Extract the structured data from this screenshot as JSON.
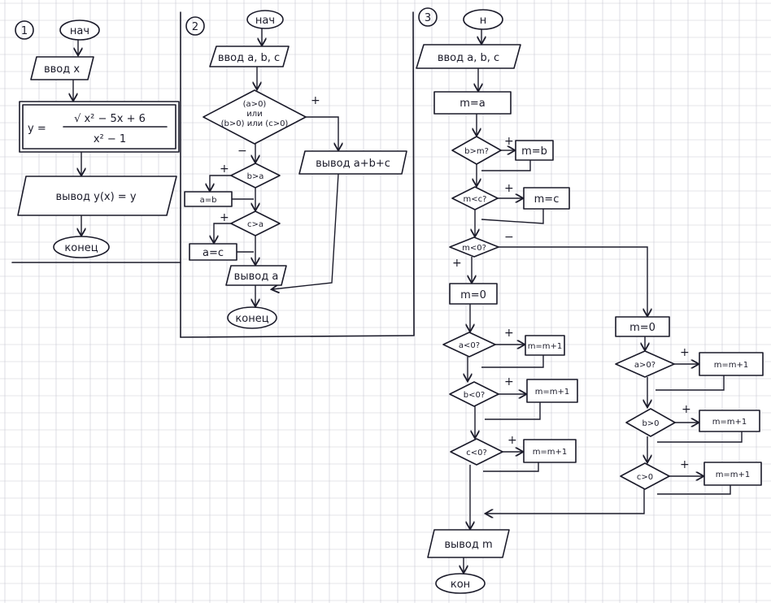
{
  "section_numbers": {
    "one": "1",
    "two": "2",
    "three": "3"
  },
  "flow1": {
    "start": "нач",
    "input": "ввод x",
    "formula": {
      "lhs": "y =",
      "numerator": "√ x² − 5x + 6",
      "denominator": "x² − 1"
    },
    "output": "вывод y(x) = y",
    "end": "конец"
  },
  "flow2": {
    "start": "нач",
    "input": "ввод a, b, c",
    "cond_main_line1": "(a>0)",
    "cond_main_line2": "или",
    "cond_main_line3": "(b>0) или (c>0)",
    "yes_mark": "+",
    "no_mark": "−",
    "output_all": "вывод a+b+c",
    "cond_b": "b>a",
    "assign_b": "a=b",
    "cond_c": "c>a",
    "assign_c": "a=c",
    "output_a": "вывод a",
    "end": "конец"
  },
  "flow3": {
    "start": "н",
    "input": "ввод a, b, c",
    "assign_m_a": "m=a",
    "cond_b_m": "b>m?",
    "assign_m_b": "m=b",
    "cond_c_m": "m<c?",
    "assign_m_c": "m=c",
    "cond_m_neg": "m<0?",
    "yes_mark": "+",
    "no_mark": "−",
    "left_assign_zero": "m=0",
    "left_cond_a": "a<0?",
    "left_cond_b": "b<0?",
    "left_cond_c": "c<0?",
    "right_assign_zero": "m=0",
    "right_cond_a": "a>0?",
    "right_cond_b": "b>0",
    "right_cond_c": "c>0",
    "inc": "m=m+1",
    "output": "вывод m",
    "end": "кон"
  }
}
